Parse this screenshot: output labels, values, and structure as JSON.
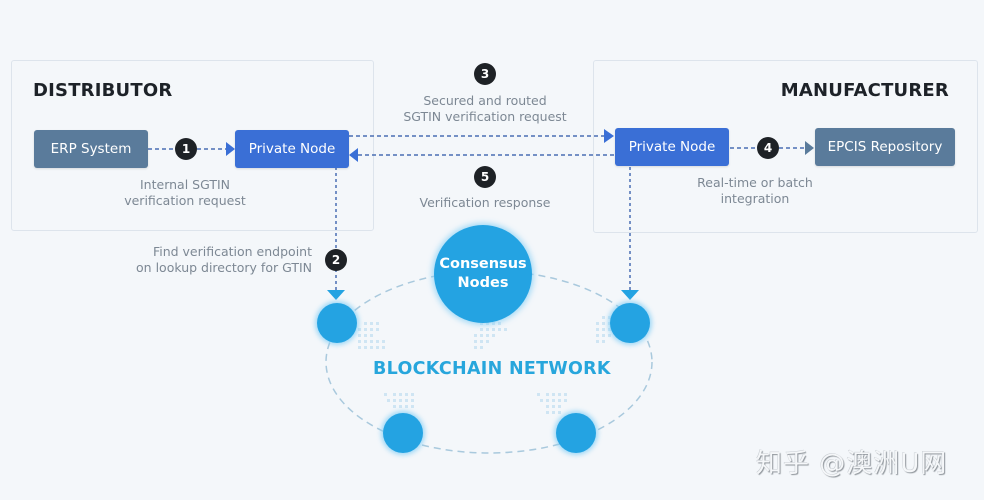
{
  "distributor": {
    "title": "DISTRIBUTOR",
    "erp_label": "ERP System",
    "private_node_label": "Private Node",
    "step1_caption": [
      "Internal SGTIN",
      "verification request"
    ]
  },
  "manufacturer": {
    "title": "MANUFACTURER",
    "private_node_label": "Private Node",
    "epcis_label": "EPCIS Repository",
    "step4_caption": [
      "Real-time or batch",
      "integration"
    ]
  },
  "steps": {
    "s1": "1",
    "s2": "2",
    "s3": "3",
    "s4": "4",
    "s5": "5"
  },
  "step2_caption": [
    "Find verification endpoint",
    "on lookup directory for GTIN"
  ],
  "step3_caption": [
    "Secured and routed",
    "SGTIN verification request"
  ],
  "step5_caption": "Verification response",
  "network": {
    "title": "BLOCKCHAIN NETWORK",
    "consensus_label": [
      "Consensus",
      "Nodes"
    ]
  },
  "watermark": "知乎 @澳洲U网",
  "colors": {
    "private_node": "#3a6fd6",
    "system_box": "#5a7b9b",
    "network": "#24a3e2",
    "badge": "#1e2226"
  }
}
